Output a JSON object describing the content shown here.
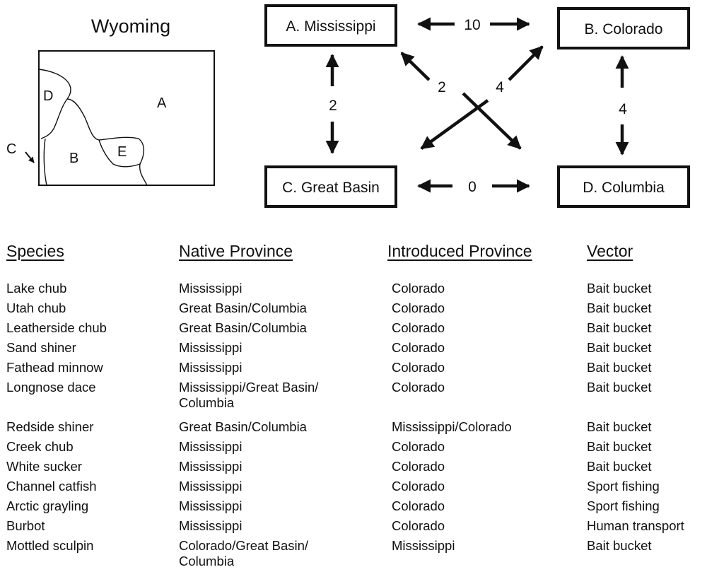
{
  "map": {
    "title": "Wyoming",
    "regions": {
      "A": "A",
      "B": "B",
      "C": "C",
      "D": "D",
      "E": "E"
    }
  },
  "provinces": {
    "A": "A. Mississippi",
    "B": "B. Colorado",
    "C": "C. Great Basin",
    "D": "D. Columbia"
  },
  "links": {
    "A_B": "10",
    "A_C": "2",
    "B_D": "4",
    "C_D": "0",
    "D_to_A": "2",
    "C_to_B": "4"
  },
  "table": {
    "headers": [
      "Species",
      "Native Province",
      "Introduced Province",
      "Vector"
    ],
    "rows": [
      [
        "Lake chub",
        [
          "Mississippi"
        ],
        "Colorado",
        "Bait bucket"
      ],
      [
        "Utah chub",
        [
          "Great Basin/Columbia"
        ],
        "Colorado",
        "Bait bucket"
      ],
      [
        "Leatherside chub",
        [
          "Great Basin/Columbia"
        ],
        "Colorado",
        "Bait bucket"
      ],
      [
        "Sand shiner",
        [
          "Mississippi"
        ],
        "Colorado",
        "Bait bucket"
      ],
      [
        "Fathead minnow",
        [
          "Mississippi"
        ],
        "Colorado",
        "Bait bucket"
      ],
      [
        "Longnose dace",
        [
          "Mississippi/Great Basin/",
          "Columbia"
        ],
        "Colorado",
        "Bait bucket"
      ],
      [
        "Redside shiner",
        [
          "Great Basin/Columbia"
        ],
        "Mississippi/Colorado",
        "Bait bucket"
      ],
      [
        "Creek chub",
        [
          "Mississippi"
        ],
        "Colorado",
        "Bait bucket"
      ],
      [
        "White sucker",
        [
          "Mississippi"
        ],
        "Colorado",
        "Bait bucket"
      ],
      [
        "Channel catfish",
        [
          "Mississippi"
        ],
        "Colorado",
        "Sport fishing"
      ],
      [
        "Arctic grayling",
        [
          "Mississippi"
        ],
        "Colorado",
        "Sport fishing"
      ],
      [
        "Burbot",
        [
          "Mississippi"
        ],
        "Colorado",
        "Human transport"
      ],
      [
        "Mottled sculpin",
        [
          "Colorado/Great Basin/",
          "Columbia"
        ],
        "Mississippi",
        "Bait bucket"
      ]
    ]
  }
}
